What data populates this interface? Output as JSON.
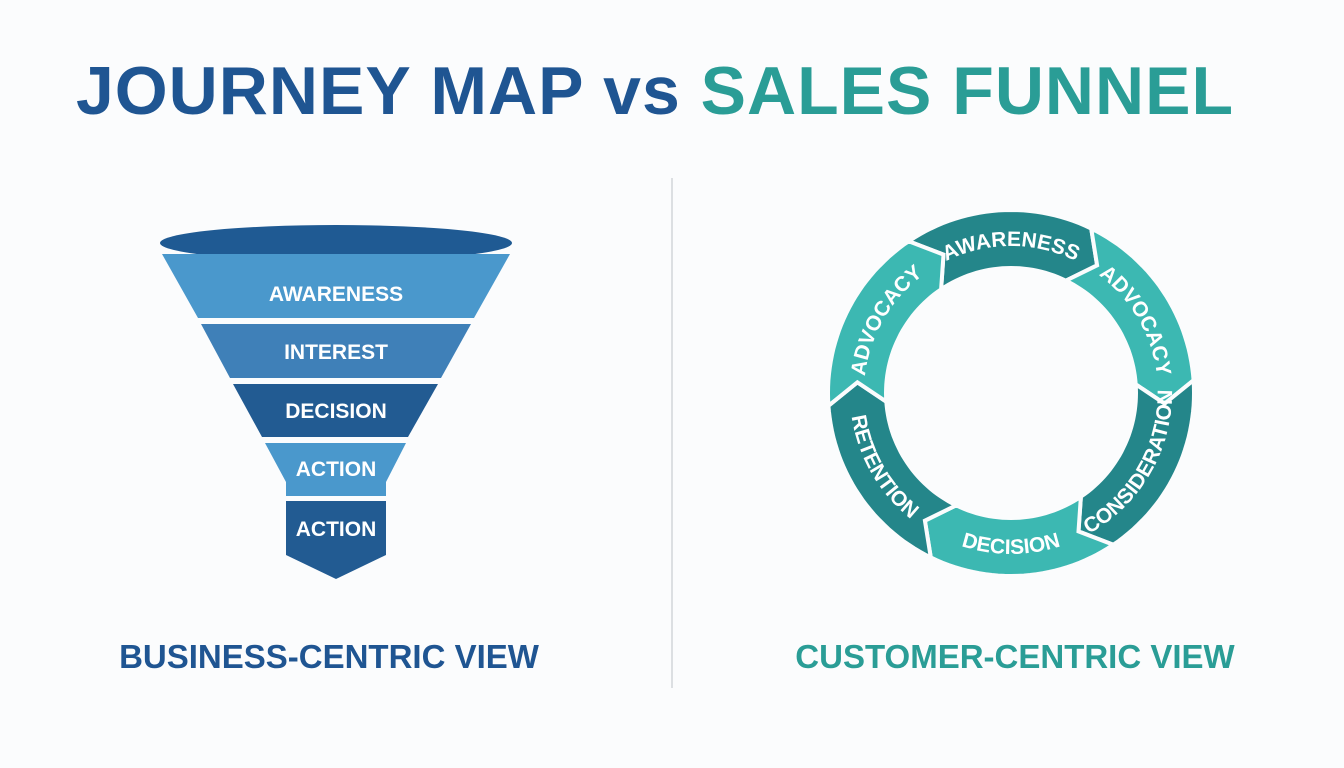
{
  "title": {
    "part1": "JOURNEY MAP vs ",
    "part2": "SALES FUNNEL"
  },
  "funnel": {
    "caption": "BUSINESS-CENTRIC VIEW",
    "stages": [
      "AWARENESS",
      "INTEREST",
      "DECISION",
      "ACTION",
      "ACTION"
    ],
    "colors": {
      "rim": "#1f5a93",
      "light": "#4a98cc",
      "mid": "#3f80b8",
      "dark": "#225b92"
    }
  },
  "cycle": {
    "caption": "CUSTOMER-CENTRIC VIEW",
    "stages": [
      "AWARENESS",
      "ADVOCACY",
      "CONSIDERATION",
      "DECISION",
      "RETENTION",
      "ADVOCACY"
    ],
    "colors": {
      "dark": "#24868a",
      "light": "#3cb8b2"
    }
  }
}
